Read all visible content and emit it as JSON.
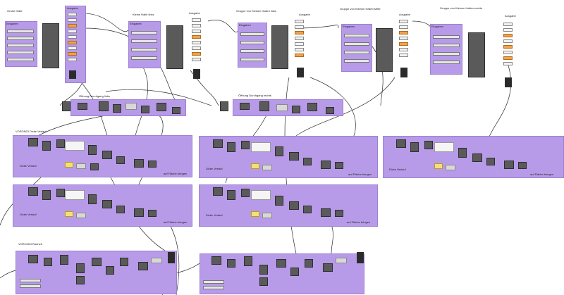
{
  "titles": {
    "grosse_halle": "Große Halle",
    "kleine_halle_links": "Kleine Halle links",
    "gruppe_links": "Gruppe von Kleinen Hallen links",
    "gruppe_mitte": "Gruppe von Kleinen Hallen Mitte",
    "gruppe_rechts": "Gruppe von Kleinen Hallen rechts",
    "oeffnung_links": "Öffnung Durchgang links",
    "oeffnung_rechts": "Öffnung Durchgang rechts",
    "voronoi_dicke": "VORONOI Dicke Verlauf",
    "voronoi_rauheit": "VORONOI Rauheit"
  },
  "io": {
    "eingaben": "Eingaben",
    "ausgabe": "Ausgabe",
    "ausgaben": "Ausgaben"
  },
  "voronoi_labels": {
    "dicke_verlauf": "Dicke Verlauf",
    "auf_flaeche": "auf Fläche bringen"
  }
}
